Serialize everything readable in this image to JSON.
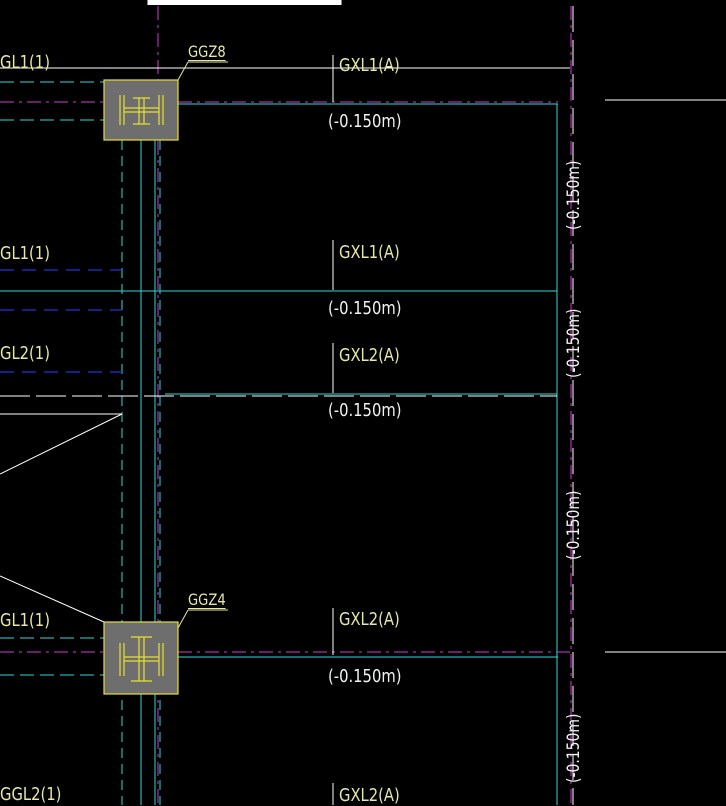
{
  "colors": {
    "background": "#000000",
    "cyan": "#30d8d8",
    "magenta": "#d838d8",
    "blue": "#2030e8",
    "white": "#ffffff",
    "yellow": "#e8e030",
    "label": "#e7e7a8",
    "column_fill": "#6e6e6e"
  },
  "columns": [
    {
      "label": "GGZ8"
    },
    {
      "label": "GGZ4"
    }
  ],
  "left_beams": [
    "GL1(1)",
    "GL1(1)",
    "GL2(1)",
    "GL1(1)",
    "GGL2(1)"
  ],
  "right_beams": [
    "GXL1(A)",
    "GXL1(A)",
    "GXL2(A)",
    "GXL2(A)",
    "GXL2(A)"
  ],
  "elevations": [
    "(-0.150m)",
    "(-0.150m)",
    "(-0.150m)",
    "(-0.150m)"
  ],
  "vertical_elevations": [
    "(-0.150m)",
    "(-0.150m)",
    "(-0.150m)",
    "(-0.150m)"
  ]
}
